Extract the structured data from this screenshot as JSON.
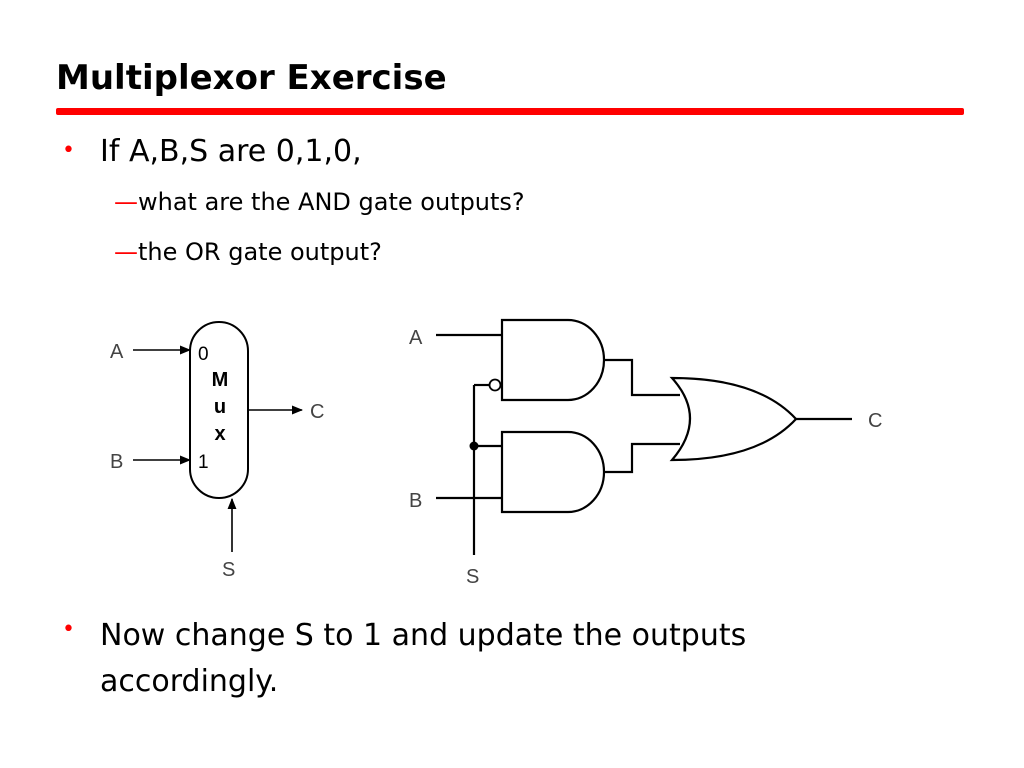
{
  "title": "Multiplexor Exercise",
  "accent_color": "#ff0000",
  "bullets": [
    {
      "text": "If A,B,S are 0,1,0,"
    },
    {
      "text": "Now change S to 1 and update the outputs",
      "text2": "accordingly."
    }
  ],
  "subbullets": [
    {
      "dash": "—",
      "text": "what are the AND gate outputs?"
    },
    {
      "dash": "—",
      "text": "the OR gate output?"
    }
  ],
  "mux": {
    "input_a": "A",
    "input_b": "B",
    "select": "S",
    "output": "C",
    "port_0": "0",
    "port_1": "1",
    "box_letters": [
      "M",
      "u",
      "x"
    ]
  },
  "gates": {
    "input_a": "A",
    "input_b": "B",
    "select": "S",
    "output": "C"
  }
}
